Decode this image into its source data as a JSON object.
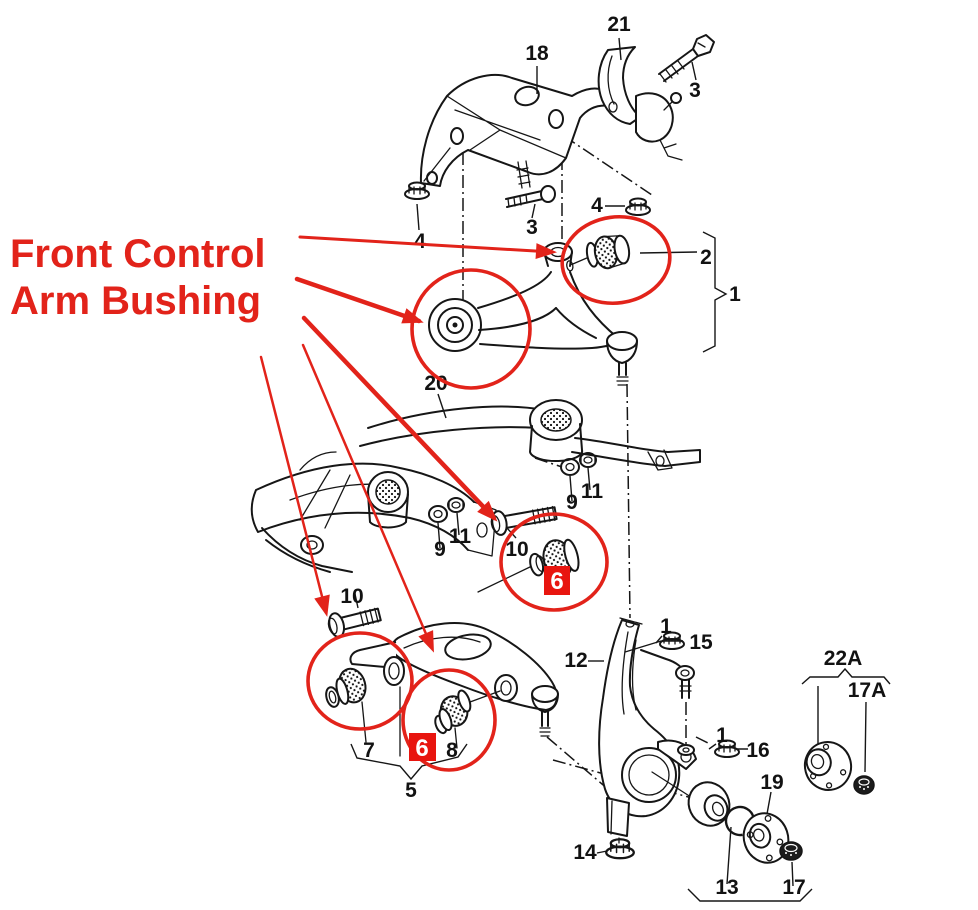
{
  "diagram": {
    "type": "exploded-parts-diagram",
    "subject": "front suspension control arm",
    "annotation": {
      "line1": "Front Control",
      "line2": "Arm Bushing",
      "badge": "6",
      "red": "#e2231a",
      "badge_red": "#e8150f",
      "ink": "#161616",
      "background": "#ffffff"
    },
    "part_labels": [
      {
        "t": "18"
      },
      {
        "t": "21"
      },
      {
        "t": "3"
      },
      {
        "t": "4"
      },
      {
        "t": "4"
      },
      {
        "t": "3"
      },
      {
        "t": "2"
      },
      {
        "t": "1"
      },
      {
        "t": "20"
      },
      {
        "t": "11"
      },
      {
        "t": "9"
      },
      {
        "t": "11"
      },
      {
        "t": "9"
      },
      {
        "t": "10"
      },
      {
        "t": "10"
      },
      {
        "t": "12"
      },
      {
        "t": "1"
      },
      {
        "t": "15"
      },
      {
        "t": "1"
      },
      {
        "t": "16"
      },
      {
        "t": "19"
      },
      {
        "t": "22A"
      },
      {
        "t": "17A"
      },
      {
        "t": "14"
      },
      {
        "t": "13"
      },
      {
        "t": "17"
      },
      {
        "t": "5"
      },
      {
        "t": "7"
      },
      {
        "t": "8"
      }
    ]
  }
}
